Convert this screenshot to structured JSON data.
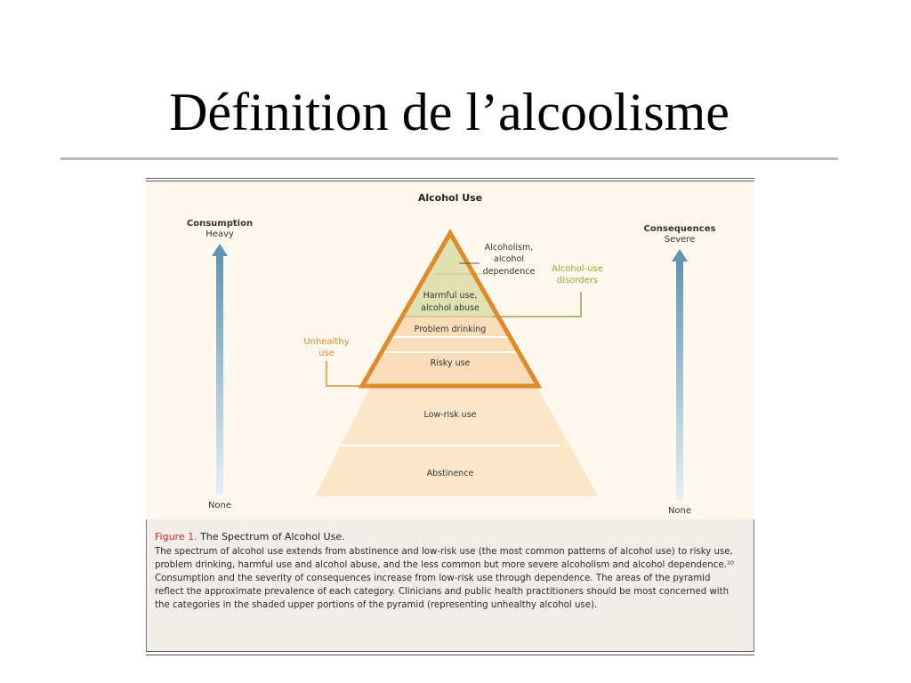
{
  "slide": {
    "title": "Définition de l’alcoolisme"
  },
  "figure": {
    "heading": "Alcohol Use",
    "consumption": {
      "label": "Consumption",
      "top": "Heavy",
      "bottom": "None"
    },
    "consequences": {
      "label": "Consequences",
      "top": "Severe",
      "bottom": "None"
    },
    "levels": {
      "alcoholism_line1": "Alcoholism,",
      "alcoholism_line2": "alcohol",
      "alcoholism_line3": "dependence",
      "harmful_line1": "Harmful use,",
      "harmful_line2": "alcohol abuse",
      "problem": "Problem drinking",
      "risky": "Risky use",
      "lowrisk": "Low-risk use",
      "abstinence": "Abstinence"
    },
    "groups": {
      "disorders_line1": "Alcohol-use",
      "disorders_line2": "disorders",
      "unhealthy_line1": "Unhealthy",
      "unhealthy_line2": "use"
    },
    "caption": {
      "label": "Figure 1.",
      "title": "The Spectrum of Alcohol Use.",
      "body": "The spectrum of alcohol use extends from abstinence and low-risk use (the most common patterns of alcohol use) to risky use, problem drinking, harmful use and alcohol abuse, and the less common but more severe alcoholism and alcohol dependence.¹⁰ Consumption and the severity of consequences increase from low-risk use through dependence. The areas of the pyramid reflect the approximate prevalence of each category. Clinicians and public health practitioners should be most concerned with the categories in the shaded upper portions of the pyramid (representing unhealthy alcohol use)."
    }
  },
  "colors": {
    "figure_background": "#fdf8ee",
    "caption_background": "#f1eeea",
    "pyramid_light": "#fbe6c9",
    "unhealthy_fill": "#f9ddb8",
    "unhealthy_outline": "#e08a2c",
    "disorders_fill": "#dfe1b0",
    "disorders_accent": "#9aa33a",
    "arrow": "#6a9bb5",
    "caption_label": "#d4232e"
  }
}
